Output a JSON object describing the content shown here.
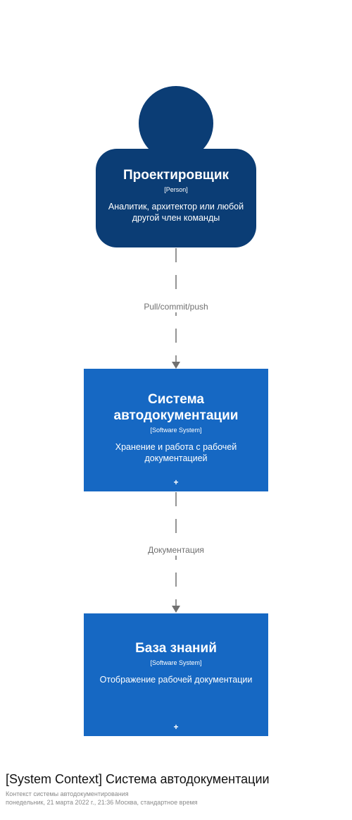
{
  "person": {
    "name": "Проектировщик",
    "type": "[Person]",
    "description": "Аналитик, архитектор или любой другой член команды"
  },
  "system": {
    "name": "Система автодокументации",
    "type": "[Software System]",
    "description": "Хранение и работа с рабочей документацией",
    "expand": "+"
  },
  "knowledge_base": {
    "name": "База знаний",
    "type": "[Software System]",
    "description": "Отображение рабочей документации",
    "expand": "+"
  },
  "relationships": [
    {
      "label": "Pull/commit/push"
    },
    {
      "label": "Документация"
    }
  ],
  "footer": {
    "title": "[System Context] Система автодокументации",
    "subtitle": "Контекст системы автодокументирования",
    "date": "понедельник, 21 марта 2022 г., 21:36 Москва, стандартное время"
  },
  "colors": {
    "person": "#0b3d75",
    "software_system": "#1668c3",
    "relationship": "#707070"
  }
}
